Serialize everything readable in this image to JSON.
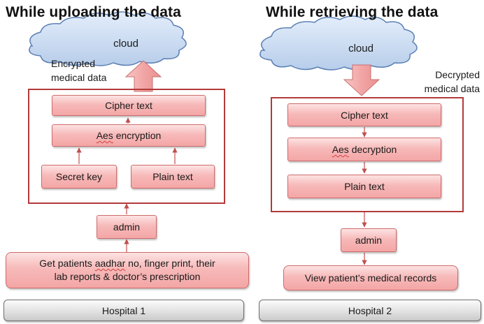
{
  "upload": {
    "title": "While uploading the data",
    "cloud": "cloud",
    "note_line1": "Encrypted",
    "note_line2": "medical data",
    "cipher": "Cipher text",
    "aes_word": "Aes",
    "aes_rest": " encryption",
    "secret_key": "Secret key",
    "plain_text": "Plain text",
    "admin": "admin",
    "source_line1_pre": "Get patients ",
    "source_line1_word": "aadhar",
    "source_line1_post": " no, finger print, their",
    "source_line2": "lab reports & doctor’s prescription",
    "hospital": "Hospital 1"
  },
  "retrieve": {
    "title": "While retrieving the data",
    "cloud": "cloud",
    "note_line1": "Decrypted",
    "note_line2": "medical data",
    "cipher": "Cipher text",
    "aes_word": "Aes",
    "aes_rest": " decryption",
    "plain_text": "Plain text",
    "admin": "admin",
    "view": "View patient’s medical records",
    "hospital": "Hospital 2"
  },
  "colors": {
    "frame": "#b33a3a",
    "box_fill": "#f7b9b9",
    "cloud_fill": "#c5d9f1",
    "arrow_fill": "#f2a7a7"
  }
}
